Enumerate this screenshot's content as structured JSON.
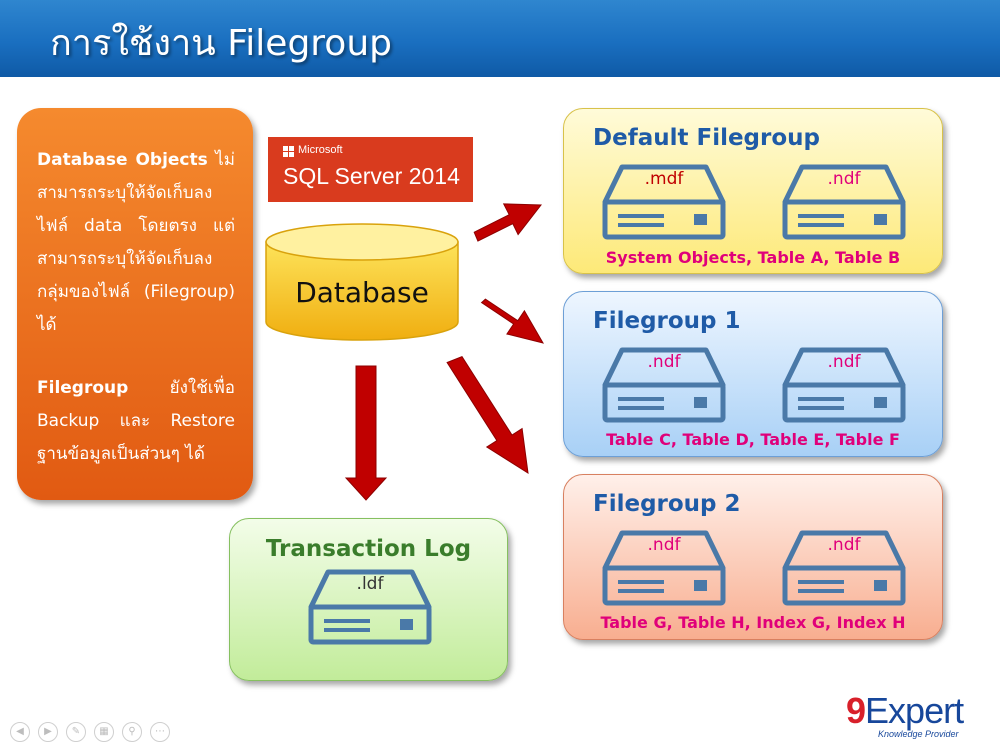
{
  "slide": {
    "title": "การใช้งาน Filegroup"
  },
  "note": {
    "p1_bold": "Database Objects",
    "p1_text": " ไม่สามารถระบุให้จัดเก็บลงไฟล์ data โดยตรง แต่สามารถระบุให้จัดเก็บลงกลุ่มของไฟล์ (Filegroup) ได้",
    "p2_bold": "Filegroup",
    "p2_text": " ยังใช้เพื่อ Backup และ Restore ฐานข้อมูลเป็นส่วนๆ ได้"
  },
  "sql_logo": {
    "vendor": "Microsoft",
    "product": "SQL Server 2014",
    "color": "#d93b1e"
  },
  "database": {
    "label": "Database"
  },
  "filegroups": {
    "default": {
      "title": "Default Filegroup",
      "file1": ".mdf",
      "file2": ".ndf",
      "contents": "System Objects, Table A, Table B"
    },
    "fg1": {
      "title": "Filegroup 1",
      "file1": ".ndf",
      "file2": ".ndf",
      "contents": "Table C, Table D, Table E, Table F"
    },
    "fg2": {
      "title": "Filegroup 2",
      "file1": ".ndf",
      "file2": ".ndf",
      "contents": "Table G, Table H, Index G, Index H"
    }
  },
  "transaction_log": {
    "title": "Transaction Log",
    "file": ".ldf"
  },
  "logo": {
    "nine": "9",
    "rest": "Expert",
    "tagline": "Knowledge Provider"
  },
  "colors": {
    "header_blue": "#1a6fc0",
    "arrow_red": "#c00000",
    "note_orange": "#ef7420",
    "drive_blue": "#4a79a8",
    "caption_pink": "#e0007a"
  },
  "nav_icons": [
    "prev-icon",
    "next-icon",
    "pen-icon",
    "slides-icon",
    "zoom-icon",
    "more-icon"
  ]
}
